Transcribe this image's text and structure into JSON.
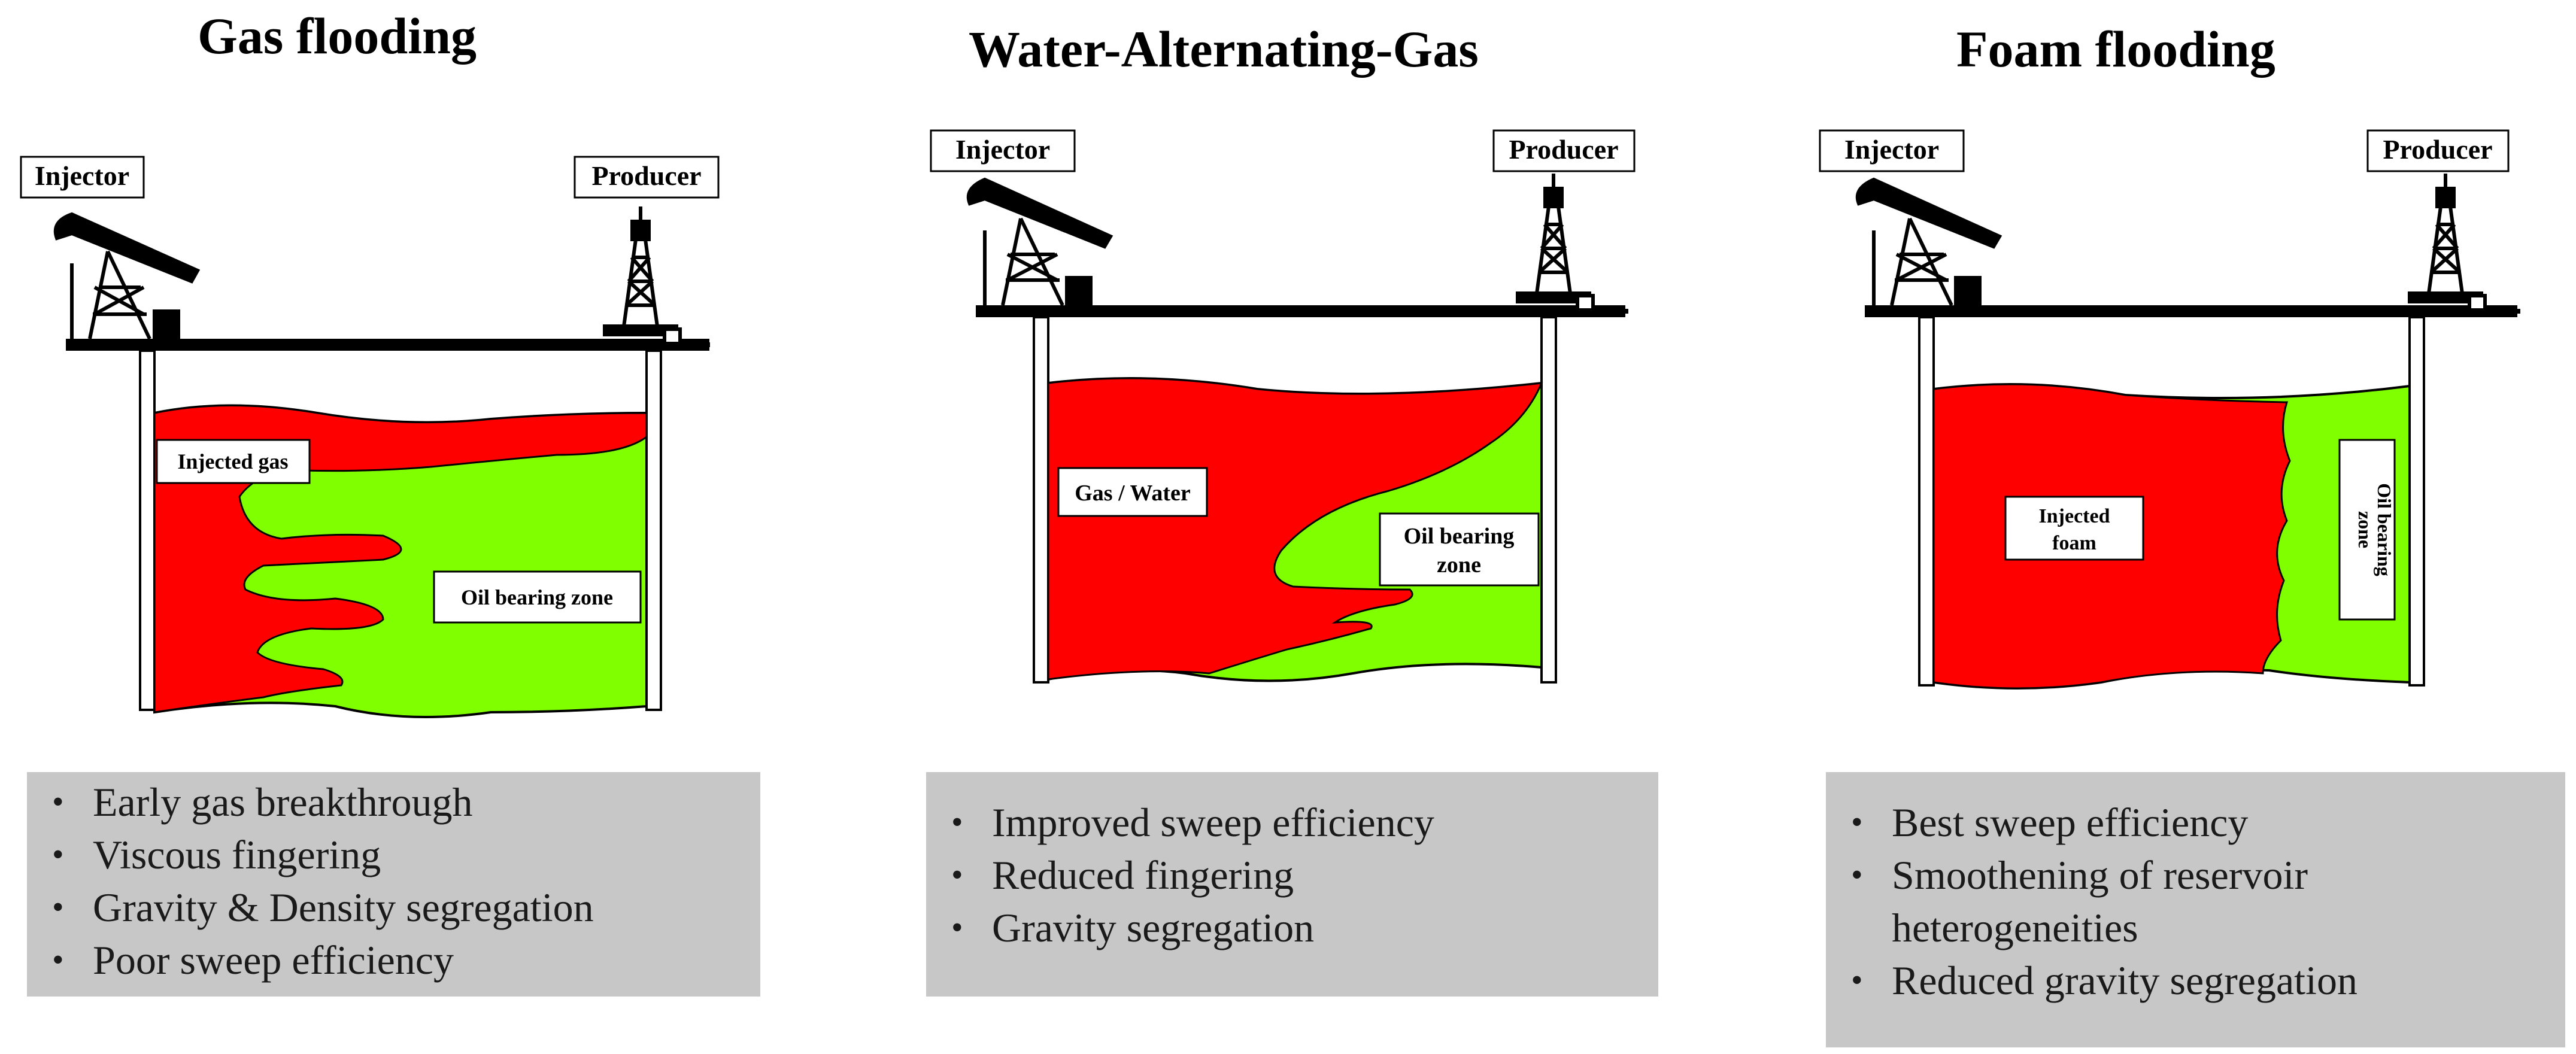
{
  "colors": {
    "gas": "#ff0000",
    "oil": "#80ff00",
    "box": "#c7c7c7"
  },
  "panels": [
    {
      "title": "Gas flooding",
      "injector_label": "Injector",
      "producer_label": "Producer",
      "zones": [
        "Injected gas",
        "Oil bearing zone"
      ],
      "bullets": [
        "Early gas breakthrough",
        "Viscous fingering",
        "Gravity & Density segregation",
        "Poor sweep efficiency"
      ]
    },
    {
      "title": "Water-Alternating-Gas",
      "injector_label": "Injector",
      "producer_label": "Producer",
      "zones": [
        "Gas / Water",
        "Oil bearing",
        "zone"
      ],
      "bullets": [
        "Improved sweep efficiency",
        "Reduced fingering",
        "Gravity segregation"
      ]
    },
    {
      "title": "Foam flooding",
      "injector_label": "Injector",
      "producer_label": "Producer",
      "zones": [
        "Injected",
        "foam",
        "Oil bearing",
        "zone"
      ],
      "bullets": [
        "Best sweep efficiency",
        "Smoothening of reservoir heterogeneities",
        "Reduced gravity segregation"
      ]
    }
  ]
}
